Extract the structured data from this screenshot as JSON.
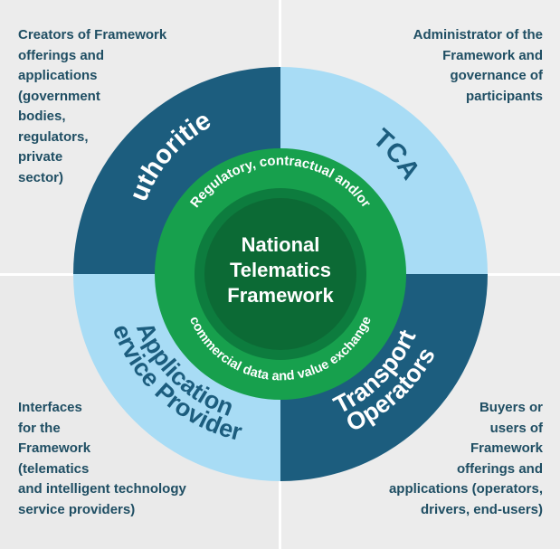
{
  "diagram": {
    "center_lines": [
      "National",
      "Telematics",
      "Framework"
    ],
    "inner_ring_top": "Regulatory, contractual and/or",
    "inner_ring_bottom": "commercial data and value exchange",
    "segments": {
      "authorities": "Authorities",
      "tca": "TCA",
      "transport_line1": "Transport",
      "transport_line2": "Operators",
      "asp_line1": "Application",
      "asp_line2": "Service Providers"
    }
  },
  "notes": {
    "top_left": [
      "Creators of Framework",
      "offerings and",
      "applications",
      "(government",
      "bodies,",
      "regulators,",
      "private",
      "sector)"
    ],
    "top_right": [
      "Administrator of the",
      "Framework and",
      "governance of",
      "participants"
    ],
    "bottom_left": [
      "Interfaces",
      "for the",
      "Framework",
      "(telematics",
      "and intelligent technology",
      "service providers)"
    ],
    "bottom_right": [
      "Buyers or",
      "users of",
      "Framework",
      "offerings and",
      "applications (operators,",
      "drivers, end-users)"
    ]
  },
  "colors": {
    "dark_blue": "#1c5d7e",
    "light_blue": "#a8dcf5",
    "green_ring": "#17a04d",
    "green_mid": "#0d7c3e",
    "green_center": "#0c6a35",
    "text_dark": "#1f4e63"
  }
}
